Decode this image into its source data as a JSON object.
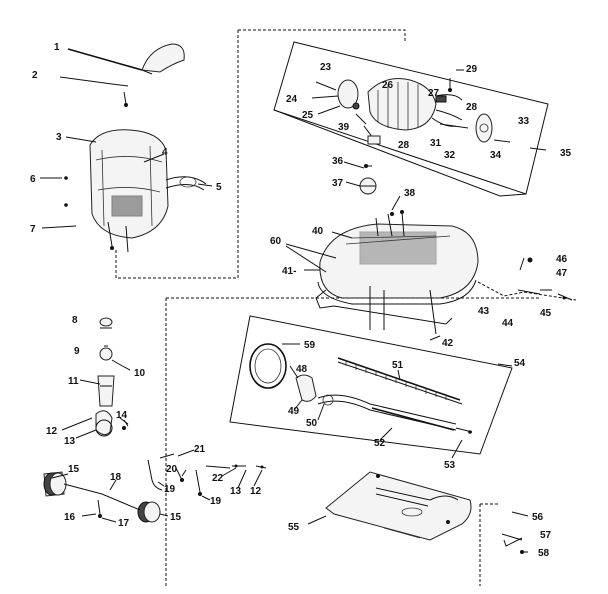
{
  "callouts": [
    {
      "id": "c1",
      "text": "1"
    },
    {
      "id": "c2",
      "text": "2"
    },
    {
      "id": "c3",
      "text": "3"
    },
    {
      "id": "c4",
      "text": "4"
    },
    {
      "id": "c5",
      "text": "5"
    },
    {
      "id": "c6",
      "text": "6"
    },
    {
      "id": "c7",
      "text": "7"
    },
    {
      "id": "c8",
      "text": "8"
    },
    {
      "id": "c9",
      "text": "9"
    },
    {
      "id": "c10",
      "text": "10"
    },
    {
      "id": "c11",
      "text": "11"
    },
    {
      "id": "c12a",
      "text": "12"
    },
    {
      "id": "c13a",
      "text": "13"
    },
    {
      "id": "c14",
      "text": "14"
    },
    {
      "id": "c15a",
      "text": "15"
    },
    {
      "id": "c15b",
      "text": "15"
    },
    {
      "id": "c16",
      "text": "16"
    },
    {
      "id": "c17",
      "text": "17"
    },
    {
      "id": "c18",
      "text": "18"
    },
    {
      "id": "c19a",
      "text": "19"
    },
    {
      "id": "c19b",
      "text": "19"
    },
    {
      "id": "c20",
      "text": "20"
    },
    {
      "id": "c21",
      "text": "21"
    },
    {
      "id": "c22",
      "text": "22"
    },
    {
      "id": "c13b",
      "text": "13"
    },
    {
      "id": "c12b",
      "text": "12"
    },
    {
      "id": "c23",
      "text": "23"
    },
    {
      "id": "c24",
      "text": "24"
    },
    {
      "id": "c25",
      "text": "25"
    },
    {
      "id": "c26",
      "text": "26"
    },
    {
      "id": "c27",
      "text": "27"
    },
    {
      "id": "c28a",
      "text": "28"
    },
    {
      "id": "c28b",
      "text": "28"
    },
    {
      "id": "c29",
      "text": "29"
    },
    {
      "id": "c31",
      "text": "31"
    },
    {
      "id": "c32",
      "text": "32"
    },
    {
      "id": "c33",
      "text": "33"
    },
    {
      "id": "c34",
      "text": "34"
    },
    {
      "id": "c35",
      "text": "35"
    },
    {
      "id": "c36",
      "text": "36"
    },
    {
      "id": "c37",
      "text": "37"
    },
    {
      "id": "c38",
      "text": "38"
    },
    {
      "id": "c39",
      "text": "39"
    },
    {
      "id": "c40",
      "text": "40"
    },
    {
      "id": "c41",
      "text": "41-"
    },
    {
      "id": "c42",
      "text": "42"
    },
    {
      "id": "c43",
      "text": "43"
    },
    {
      "id": "c44",
      "text": "44"
    },
    {
      "id": "c45",
      "text": "45"
    },
    {
      "id": "c46",
      "text": "46"
    },
    {
      "id": "c47",
      "text": "47"
    },
    {
      "id": "c48",
      "text": "48"
    },
    {
      "id": "c49",
      "text": "49"
    },
    {
      "id": "c50",
      "text": "50"
    },
    {
      "id": "c51",
      "text": "51"
    },
    {
      "id": "c52",
      "text": "52"
    },
    {
      "id": "c53",
      "text": "53"
    },
    {
      "id": "c54",
      "text": "54"
    },
    {
      "id": "c55",
      "text": "55"
    },
    {
      "id": "c56",
      "text": "56"
    },
    {
      "id": "c57",
      "text": "57"
    },
    {
      "id": "c58",
      "text": "58"
    },
    {
      "id": "c59",
      "text": "59"
    },
    {
      "id": "c60",
      "text": "60"
    }
  ]
}
